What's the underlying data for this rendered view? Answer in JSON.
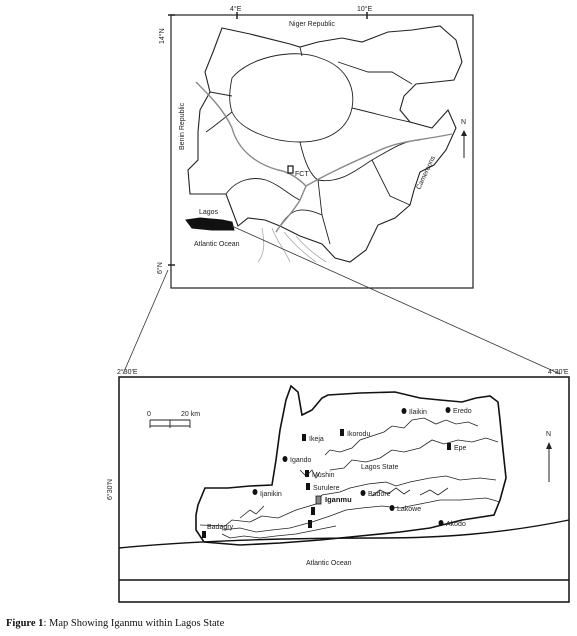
{
  "nigeria_map": {
    "coords": {
      "lon1": "4°E",
      "lon2": "10°E",
      "lat_top": "14°N",
      "lat_bottom": "6°N"
    },
    "labels": {
      "niger": "Niger Republic",
      "benin": "Benin Republic",
      "cameroons": "Cameroons",
      "fct": "FCT",
      "lagos": "Lagos",
      "ocean": "Atlantic Ocean"
    },
    "north": "N"
  },
  "lagos_map": {
    "coords": {
      "lon_left": "2°30'E",
      "lon_right": "4°30'E",
      "lat_left": "6°30'N"
    },
    "scale": {
      "zero": "0",
      "dist": "20 km"
    },
    "north": "N",
    "labels": {
      "lagos_state": "Lagos State",
      "ocean": "Atlantic Ocean"
    },
    "places": {
      "ikeja": "Ikeja",
      "ikorodu": "Ikorodu",
      "igando": "Igando",
      "mushin": "Mushin",
      "surulere": "Surulere",
      "iganmu": "Iganmu",
      "ijanikin": "Ijanikin",
      "badagry": "Badagry",
      "ilaikin": "Ilaikin",
      "eredo": "Eredo",
      "epe": "Epe",
      "badore": "Badore",
      "lakowe": "Lakowe",
      "akodo": "Akodo"
    }
  },
  "caption": {
    "prefix": "Figure 1",
    "text": ": Map Showing Iganmu within Lagos State"
  }
}
